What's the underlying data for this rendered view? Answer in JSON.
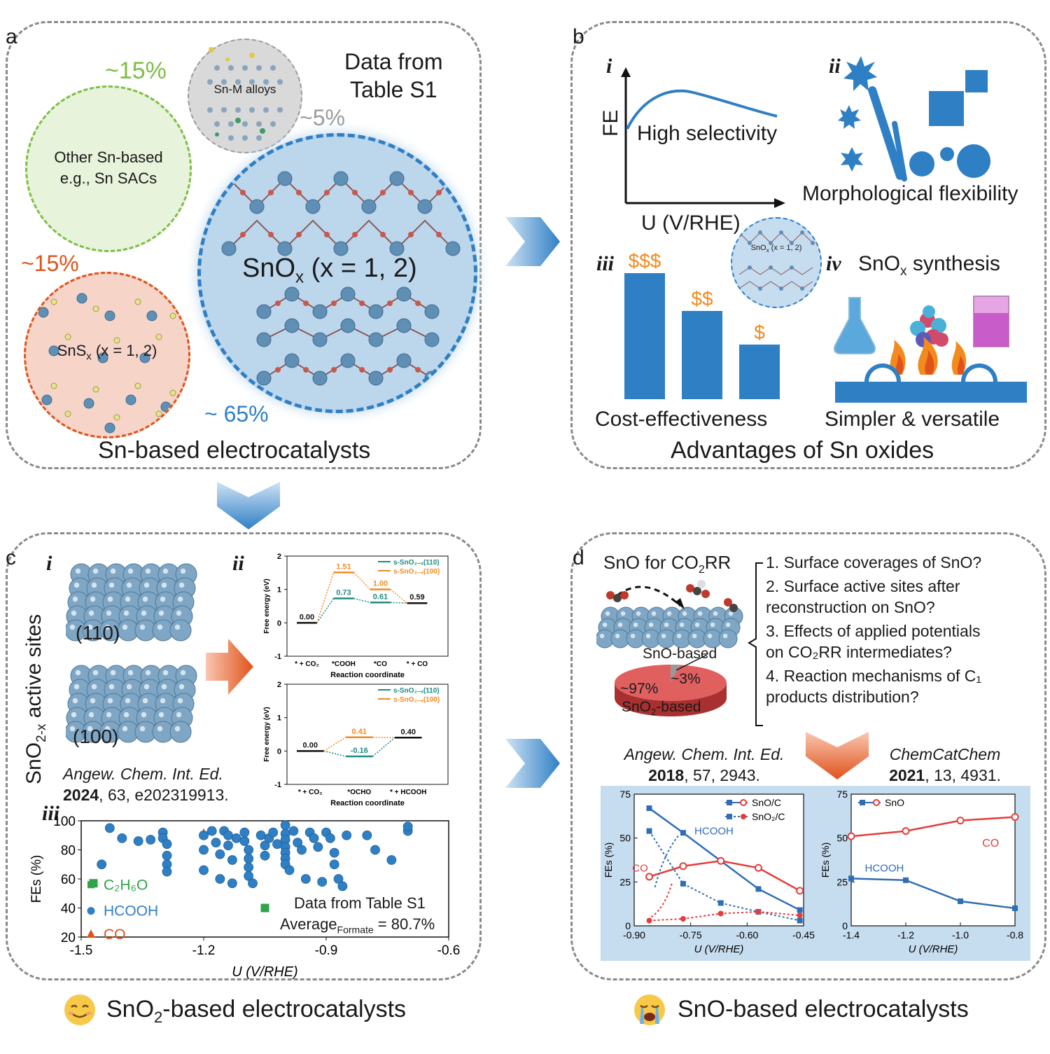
{
  "panel_a": {
    "label": "a",
    "caption": "Sn-based electrocatalysts",
    "data_source": [
      "Data from",
      "Table S1"
    ],
    "other_pct": "~15%",
    "other_text": [
      "Other Sn-based",
      "e.g., Sn SACs"
    ],
    "alloy_text": "Sn-M alloys",
    "alloy_pct": "~5%",
    "snox_label": "SnO",
    "snox_sub": "x",
    "snox_rest": " (x = 1, 2)",
    "snox_pct": "~ 65%",
    "sns_pct": "~15%",
    "sns_label": "SnS",
    "sns_sub": "x",
    "sns_rest": " (x = 1, 2)"
  },
  "panel_b": {
    "label": "b",
    "caption": "Advantages of Sn oxides",
    "i": {
      "roman": "i",
      "ylabel": "FE",
      "xlabel": "U (V/RHE)",
      "text": "High selectivity"
    },
    "ii": {
      "roman": "ii",
      "text": "Morphological flexibility"
    },
    "iii": {
      "roman": "iii",
      "text": "Cost-effectiveness",
      "bars": [
        {
          "label": "$$$",
          "value": 3
        },
        {
          "label": "$$",
          "value": 2.1
        },
        {
          "label": "$",
          "value": 1.3
        }
      ]
    },
    "iv": {
      "roman": "iv",
      "title_main": "SnO",
      "title_sub": "x",
      "title_rest": " synthesis",
      "text": "Simpler & versatile",
      "inset_main": "SnO",
      "inset_sub": "x",
      "inset_rest": " (x = 1, 2)"
    }
  },
  "panel_c": {
    "label": "c",
    "caption_pre": "SnO",
    "caption_sub": "2",
    "caption_post": "-based electrocatalysts",
    "side_main": "SnO",
    "side_sub": "2-x",
    "side_rest": " active sites",
    "i": {
      "roman": "i",
      "facet1": "(110)",
      "facet2": "(100)"
    },
    "ref": {
      "journal": "Angew. Chem. Int. Ed.",
      "year": "2024",
      "rest": ", 63, e202319913."
    },
    "ii": {
      "roman": "ii"
    },
    "iii": {
      "roman": "iii",
      "note1": "Data from Table S1",
      "note2_pre": "Average",
      "note2_sub": "Formate",
      "note2_post": " = 80.7%"
    }
  },
  "panel_d": {
    "label": "d",
    "caption": "SnO-based electrocatalysts",
    "title_pre": "SnO for CO",
    "title_sub": "2",
    "title_post": "RR",
    "pie": {
      "snobased": "SnO-based",
      "small_pct": "~3%",
      "big_pct": "~97%",
      "big_label_pre": "SnO",
      "big_label_sub": "2",
      "big_label_post": "-based"
    },
    "questions": [
      [
        "1. Surface coverages of SnO?"
      ],
      [
        "2. Surface active sites after",
        "reconstruction on SnO?"
      ],
      [
        "3. Effects of applied potentials",
        "on CO₂RR intermediates?"
      ],
      [
        "4. Reaction mechanisms of C₁",
        "products distribution?"
      ]
    ],
    "ref1": {
      "journal": "Angew. Chem. Int. Ed.",
      "year": "2018",
      "rest": ", 57, 2943."
    },
    "ref2": {
      "journal": "ChemCatChem",
      "year": "2021",
      "rest": ", 13, 4931."
    }
  },
  "chart_data": [
    {
      "id": "c-ii-top",
      "type": "line",
      "ylabel": "Free energy (eV)",
      "xlabel": "Reaction coordinate",
      "ylim": [
        -1,
        2
      ],
      "yticks": [
        -1,
        0,
        1,
        2
      ],
      "categories": [
        "* + CO₂",
        "*COOH",
        "*CO",
        "* + CO"
      ],
      "series": [
        {
          "name": "s-SnO₂₋ₓ(110)",
          "color": "#1d8a82",
          "values": [
            0.0,
            0.73,
            0.61,
            0.59
          ],
          "labels": [
            "0.00",
            "0.73",
            "0.61",
            "0.59"
          ]
        },
        {
          "name": "s-SnO₂₋ₓ(100)",
          "color": "#f28a1e",
          "values": [
            0.0,
            1.51,
            1.0,
            0.59
          ],
          "labels": [
            "",
            "1.51",
            "1.00",
            ""
          ]
        }
      ]
    },
    {
      "id": "c-ii-bottom",
      "type": "line",
      "ylabel": "Free energy (eV)",
      "xlabel": "Reaction coordinate",
      "ylim": [
        -1,
        2
      ],
      "yticks": [
        -1,
        0,
        1,
        2
      ],
      "categories": [
        "* + CO₂",
        "*OCHO",
        "* + HCOOH"
      ],
      "series": [
        {
          "name": "s-SnO₂₋ₓ(110)",
          "color": "#1d8a82",
          "values": [
            0.0,
            -0.16,
            0.4
          ],
          "labels": [
            "0.00",
            "-0.16",
            "0.40"
          ]
        },
        {
          "name": "s-SnO₂₋ₓ(100)",
          "color": "#f28a1e",
          "values": [
            0.0,
            0.41,
            0.4
          ],
          "labels": [
            "",
            "0.41",
            ""
          ]
        }
      ]
    },
    {
      "id": "c-iii",
      "type": "scatter",
      "xlabel": "U (V/RHE)",
      "ylabel": "FEs (%)",
      "xlim": [
        -1.5,
        -0.6
      ],
      "ylim": [
        20,
        100
      ],
      "xticks": [
        -1.5,
        -1.2,
        -0.9,
        -0.6
      ],
      "yticks": [
        20,
        40,
        60,
        80,
        100
      ],
      "series": [
        {
          "name": "C₂H₆O",
          "marker": "square",
          "color": "#2ea34a",
          "points": [
            [
              -1.47,
              57
            ],
            [
              -1.05,
              40
            ]
          ]
        },
        {
          "name": "CO",
          "marker": "triangle",
          "color": "#e0521b",
          "points": [
            [
              -1.2,
              91
            ]
          ]
        },
        {
          "name": "HCOOH",
          "marker": "circle",
          "color": "#2f7fc4",
          "points": [
            [
              -1.45,
              70
            ],
            [
              -1.43,
              95
            ],
            [
              -1.4,
              88
            ],
            [
              -1.36,
              86
            ],
            [
              -1.33,
              87
            ],
            [
              -1.3,
              92
            ],
            [
              -1.3,
              88
            ],
            [
              -1.29,
              84
            ],
            [
              -1.29,
              76
            ],
            [
              -1.29,
              70
            ],
            [
              -1.29,
              65
            ],
            [
              -1.2,
              90
            ],
            [
              -1.2,
              80
            ],
            [
              -1.2,
              66
            ],
            [
              -1.18,
              93
            ],
            [
              -1.17,
              85
            ],
            [
              -1.16,
              77
            ],
            [
              -1.16,
              60
            ],
            [
              -1.15,
              93
            ],
            [
              -1.14,
              90
            ],
            [
              -1.14,
              83
            ],
            [
              -1.13,
              73
            ],
            [
              -1.13,
              57
            ],
            [
              -1.12,
              88
            ],
            [
              -1.1,
              92
            ],
            [
              -1.1,
              86
            ],
            [
              -1.09,
              80
            ],
            [
              -1.09,
              74
            ],
            [
              -1.09,
              68
            ],
            [
              -1.09,
              62
            ],
            [
              -1.08,
              57
            ],
            [
              -1.06,
              90
            ],
            [
              -1.05,
              83
            ],
            [
              -1.05,
              76
            ],
            [
              -1.04,
              88
            ],
            [
              -1.03,
              92
            ],
            [
              -1.02,
              84
            ],
            [
              -1.0,
              97
            ],
            [
              -1.0,
              91
            ],
            [
              -1.0,
              87
            ],
            [
              -1.0,
              82
            ],
            [
              -1.0,
              78
            ],
            [
              -1.0,
              74
            ],
            [
              -1.0,
              70
            ],
            [
              -0.99,
              66
            ],
            [
              -0.98,
              93
            ],
            [
              -0.97,
              85
            ],
            [
              -0.96,
              80
            ],
            [
              -0.95,
              60
            ],
            [
              -0.94,
              92
            ],
            [
              -0.93,
              88
            ],
            [
              -0.92,
              82
            ],
            [
              -0.91,
              58
            ],
            [
              -0.9,
              92
            ],
            [
              -0.89,
              88
            ],
            [
              -0.88,
              78
            ],
            [
              -0.88,
              70
            ],
            [
              -0.87,
              60
            ],
            [
              -0.86,
              55
            ],
            [
              -0.85,
              90
            ],
            [
              -0.8,
              90
            ],
            [
              -0.78,
              80
            ],
            [
              -0.74,
              73
            ],
            [
              -0.7,
              93
            ],
            [
              -0.7,
              96
            ]
          ]
        }
      ],
      "legend": [
        "C₂H₆O",
        "HCOOH",
        "CO"
      ]
    },
    {
      "id": "d-left",
      "type": "line",
      "xlabel": "U (V/RHE)",
      "ylabel": "FEs (%)",
      "xlim": [
        -0.9,
        -0.45
      ],
      "ylim": [
        0,
        75
      ],
      "xticks": [
        -0.9,
        -0.75,
        -0.6,
        -0.45
      ],
      "xticklabels": [
        "-0.90",
        "-0.75",
        "-0.60",
        "-0.45"
      ],
      "yticks": [
        0,
        25,
        50,
        75
      ],
      "legend": [
        "SnO/C",
        "SnO₂/C"
      ],
      "annotations": [
        "HCOOH",
        "CO"
      ],
      "series": [
        {
          "name": "SnO/C HCOOH",
          "color": "#2f6db5",
          "marker": "square",
          "dashed": false,
          "x": [
            -0.86,
            -0.77,
            -0.67,
            -0.57,
            -0.46
          ],
          "values": [
            67,
            53,
            37,
            21,
            9
          ]
        },
        {
          "name": "SnO/C CO",
          "color": "#e63b3b",
          "marker": "circle",
          "dashed": false,
          "x": [
            -0.86,
            -0.77,
            -0.67,
            -0.57,
            -0.46
          ],
          "values": [
            28,
            34,
            37,
            33,
            20
          ]
        },
        {
          "name": "SnO₂/C HCOOH",
          "color": "#2f6db5",
          "marker": "square",
          "dashed": true,
          "x": [
            -0.86,
            -0.77,
            -0.67,
            -0.57,
            -0.46
          ],
          "values": [
            54,
            24,
            13,
            8,
            3
          ]
        },
        {
          "name": "SnO₂/C CO",
          "color": "#e63b3b",
          "marker": "circle",
          "dashed": true,
          "x": [
            -0.86,
            -0.77,
            -0.67,
            -0.57,
            -0.46
          ],
          "values": [
            3,
            4,
            7,
            8,
            6
          ]
        }
      ]
    },
    {
      "id": "d-right",
      "type": "line",
      "xlabel": "U (V/RHE)",
      "ylabel": "FEs (%)",
      "xlim": [
        -1.4,
        -0.8
      ],
      "ylim": [
        0,
        75
      ],
      "xticks": [
        -1.4,
        -1.2,
        -1.0,
        -0.8
      ],
      "xticklabels": [
        "-1.4",
        "-1.2",
        "-1.0",
        "-0.8"
      ],
      "yticks": [
        0,
        25,
        50,
        75
      ],
      "legend": [
        "SnO"
      ],
      "annotations": [
        "CO",
        "HCOOH"
      ],
      "series": [
        {
          "name": "SnO CO",
          "color": "#e63b3b",
          "marker": "circle",
          "x": [
            -1.4,
            -1.2,
            -1.0,
            -0.8
          ],
          "values": [
            51,
            54,
            60,
            62
          ]
        },
        {
          "name": "SnO HCOOH",
          "color": "#2f6db5",
          "marker": "square",
          "x": [
            -1.4,
            -1.2,
            -1.0,
            -0.8
          ],
          "values": [
            27,
            26,
            14,
            10
          ]
        }
      ]
    }
  ]
}
